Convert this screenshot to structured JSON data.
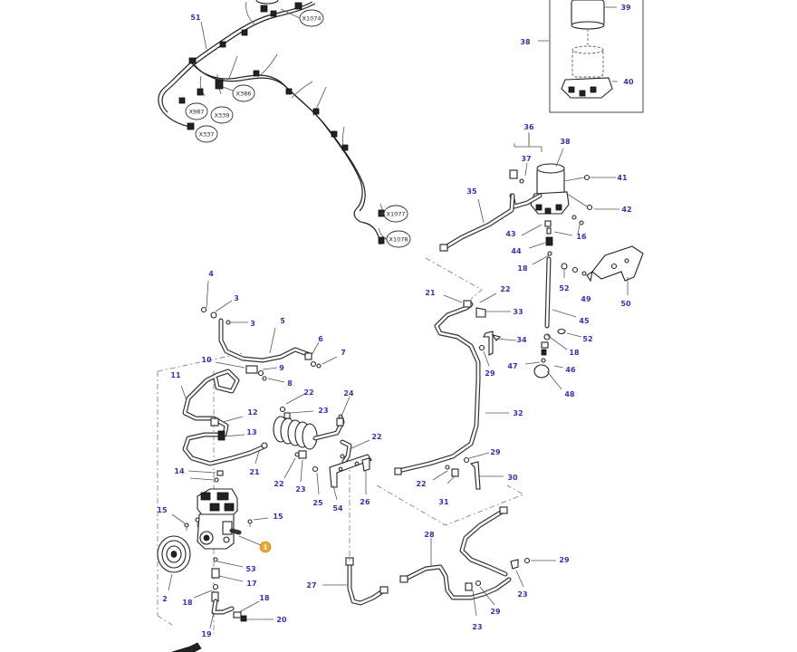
{
  "callouts": {
    "c51": "51",
    "c39": "39",
    "c38a": "38",
    "c40": "40",
    "c36": "36",
    "c38b": "38",
    "c37": "37",
    "c41": "41",
    "c35": "35",
    "c42": "42",
    "c43": "43",
    "c16": "16",
    "c44": "44",
    "c18a": "18",
    "c52a": "52",
    "c49": "49",
    "c50": "50",
    "c21a": "21",
    "c22a": "22",
    "c33": "33",
    "c45": "45",
    "c52b": "52",
    "c34": "34",
    "c18b": "18",
    "c47": "47",
    "c29a": "29",
    "c46": "46",
    "c48": "48",
    "c32": "32",
    "c29b": "29",
    "c30": "30",
    "c22b": "22",
    "c31": "31",
    "c28": "28",
    "c29c": "29",
    "c23a": "23",
    "c29d": "29",
    "c23b": "23",
    "c4": "4",
    "c3a": "3",
    "c3b": "3",
    "c5": "5",
    "c6": "6",
    "c7": "7",
    "c10": "10",
    "c9": "9",
    "c8": "8",
    "c11": "11",
    "c22c": "22",
    "c24": "24",
    "c23c": "23",
    "c12": "12",
    "c13": "13",
    "c22d": "22",
    "c21b": "21",
    "c22e": "22",
    "c23d": "23",
    "c25": "25",
    "c54": "54",
    "c26": "26",
    "c14": "14",
    "c15a": "15",
    "c15b": "15",
    "c53": "53",
    "c17": "17",
    "c2": "2",
    "c18c": "18",
    "c18d": "18",
    "c20": "20",
    "c19": "19",
    "c27": "27"
  },
  "highlight_callout": "1",
  "connectors": {
    "x1074": "X1074",
    "x386": "X386",
    "x987": "X987",
    "x339": "X339",
    "x337": "X337",
    "x1077": "X1077",
    "x1078": "X1078"
  }
}
